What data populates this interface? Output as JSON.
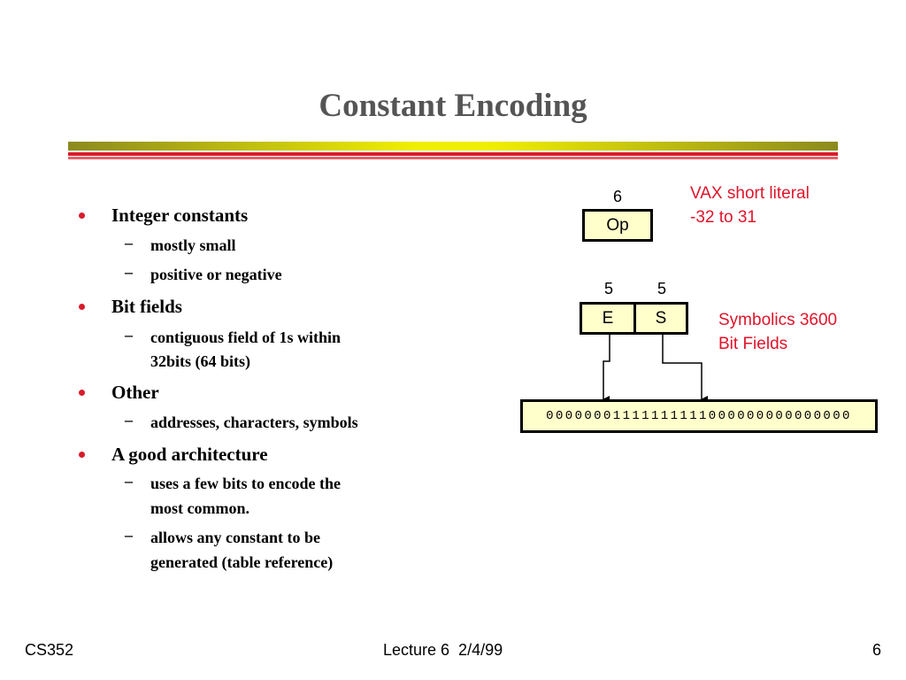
{
  "slide": {
    "title": "Constant Encoding"
  },
  "bullets": [
    {
      "text": "Integer constants",
      "subs": [
        "mostly small",
        "positive or negative"
      ]
    },
    {
      "text": "Bit fields",
      "subs": [
        [
          "contiguous field of 1s within",
          "32bits (64 bits)"
        ]
      ]
    },
    {
      "text": "Other",
      "subs": [
        "addresses, characters, symbols"
      ]
    },
    {
      "text": "A good architecture",
      "subs": [
        [
          "uses a few bits to encode the",
          "most common."
        ],
        [
          "allows any constant to be",
          "generated (table reference)"
        ]
      ]
    }
  ],
  "diagram": {
    "op_width": "6",
    "op_label": "Op",
    "vax_line1": "VAX short literal",
    "vax_line2": "-32 to 31",
    "e_width": "5",
    "s_width": "5",
    "e_label": "E",
    "s_label": "S",
    "sym_line1": "Symbolics 3600",
    "sym_line2": "Bit Fields",
    "bits": "00000001111111111000000000000000"
  },
  "footer": {
    "left": "CS352",
    "center": "Lecture 6  2/4/99",
    "right": "6"
  },
  "colors": {
    "accent_red": "#e0142a",
    "title_gray": "#555555",
    "box_fill": "#ffffcc"
  }
}
